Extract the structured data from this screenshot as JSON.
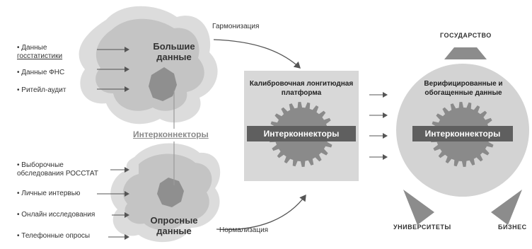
{
  "inputs_top": [
    "Данные госстатистики",
    "Данные ФНС",
    "Ритейл-аудит"
  ],
  "inputs_bottom": [
    "Выборочные обследования РОССТАТ",
    "Личные интервью",
    "Онлайн исследования",
    "Телефонные опросы"
  ],
  "blob_top_label": "Большие данные",
  "blob_bottom_label": "Опросные данные",
  "interconnectors_label": "Интерконнекторы",
  "arrow_top_label": "Гармонизация",
  "arrow_bottom_label": "Нормализация",
  "platform_title": "Калибровочная лонгитюдная платформа",
  "platform_gear_label": "Интерконнекторы",
  "circle_title": "Верифицированные и обогащенные данные",
  "circle_gear_label": "Интерконнекторы",
  "consumers": [
    "ГОСУДАРСТВО",
    "УНИВЕРСИТЕТЫ",
    "БИЗНЕС"
  ],
  "colors": {
    "blob_outer": "#dcdcdc",
    "blob_mid": "#c4c4c4",
    "blob_core": "#8f8f8f",
    "platform_bg": "#d8d8d8",
    "gear": "#8a8a8a",
    "label_bar": "#5f5f5f",
    "circle": "#d3d3d3",
    "triangle": "#8c8c8c",
    "arrow": "#555555"
  }
}
